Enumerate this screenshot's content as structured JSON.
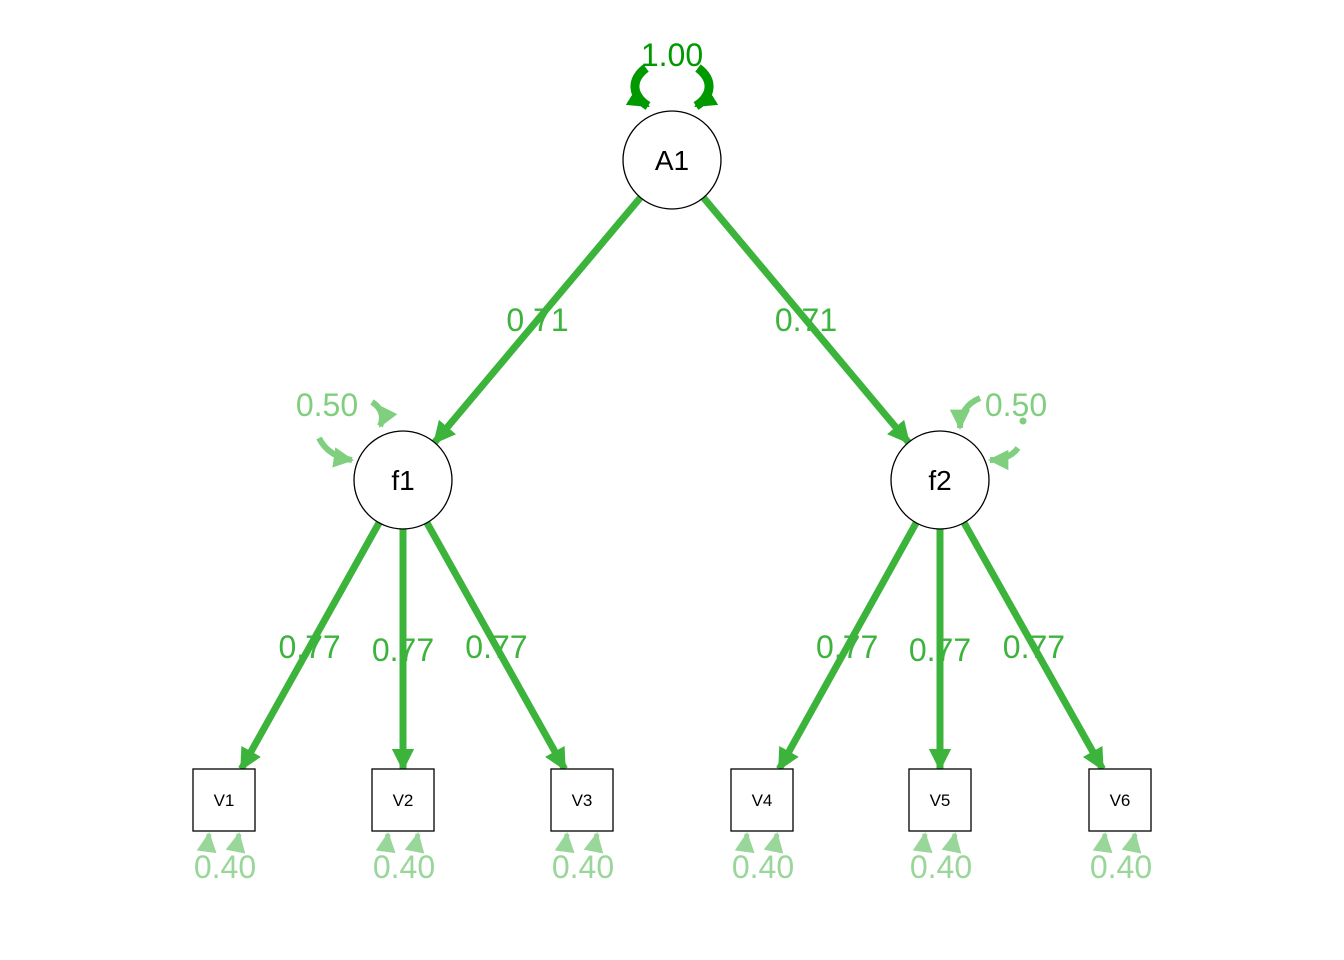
{
  "title": "Higher-order factor model path diagram",
  "colors": {
    "strong": "#009900",
    "medium": "#3cb43c",
    "light": "#7fcf7f",
    "faint": "#99d699",
    "node_stroke": "#000000",
    "node_fill": "#ffffff"
  },
  "nodes": [
    {
      "id": "A1",
      "label": "A1",
      "type": "latent"
    },
    {
      "id": "f1",
      "label": "f1",
      "type": "latent"
    },
    {
      "id": "f2",
      "label": "f2",
      "type": "latent"
    },
    {
      "id": "V1",
      "label": "V1",
      "type": "observed"
    },
    {
      "id": "V2",
      "label": "V2",
      "type": "observed"
    },
    {
      "id": "V3",
      "label": "V3",
      "type": "observed"
    },
    {
      "id": "V4",
      "label": "V4",
      "type": "observed"
    },
    {
      "id": "V5",
      "label": "V5",
      "type": "observed"
    },
    {
      "id": "V6",
      "label": "V6",
      "type": "observed"
    }
  ],
  "paths": [
    {
      "from": "A1",
      "to": "f1",
      "label": "0.71"
    },
    {
      "from": "A1",
      "to": "f2",
      "label": "0.71"
    },
    {
      "from": "f1",
      "to": "V1",
      "label": "0.77"
    },
    {
      "from": "f1",
      "to": "V2",
      "label": "0.77"
    },
    {
      "from": "f1",
      "to": "V3",
      "label": "0.77"
    },
    {
      "from": "f2",
      "to": "V4",
      "label": "0.77"
    },
    {
      "from": "f2",
      "to": "V5",
      "label": "0.77"
    },
    {
      "from": "f2",
      "to": "V6",
      "label": "0.77"
    }
  ],
  "variances": [
    {
      "node": "A1",
      "label": "1.00"
    },
    {
      "node": "f1",
      "label": "0.50"
    },
    {
      "node": "f2",
      "label": "0.50"
    },
    {
      "node": "V1",
      "label": "0.40"
    },
    {
      "node": "V2",
      "label": "0.40"
    },
    {
      "node": "V3",
      "label": "0.40"
    },
    {
      "node": "V4",
      "label": "0.40"
    },
    {
      "node": "V5",
      "label": "0.40"
    },
    {
      "node": "V6",
      "label": "0.40"
    }
  ]
}
